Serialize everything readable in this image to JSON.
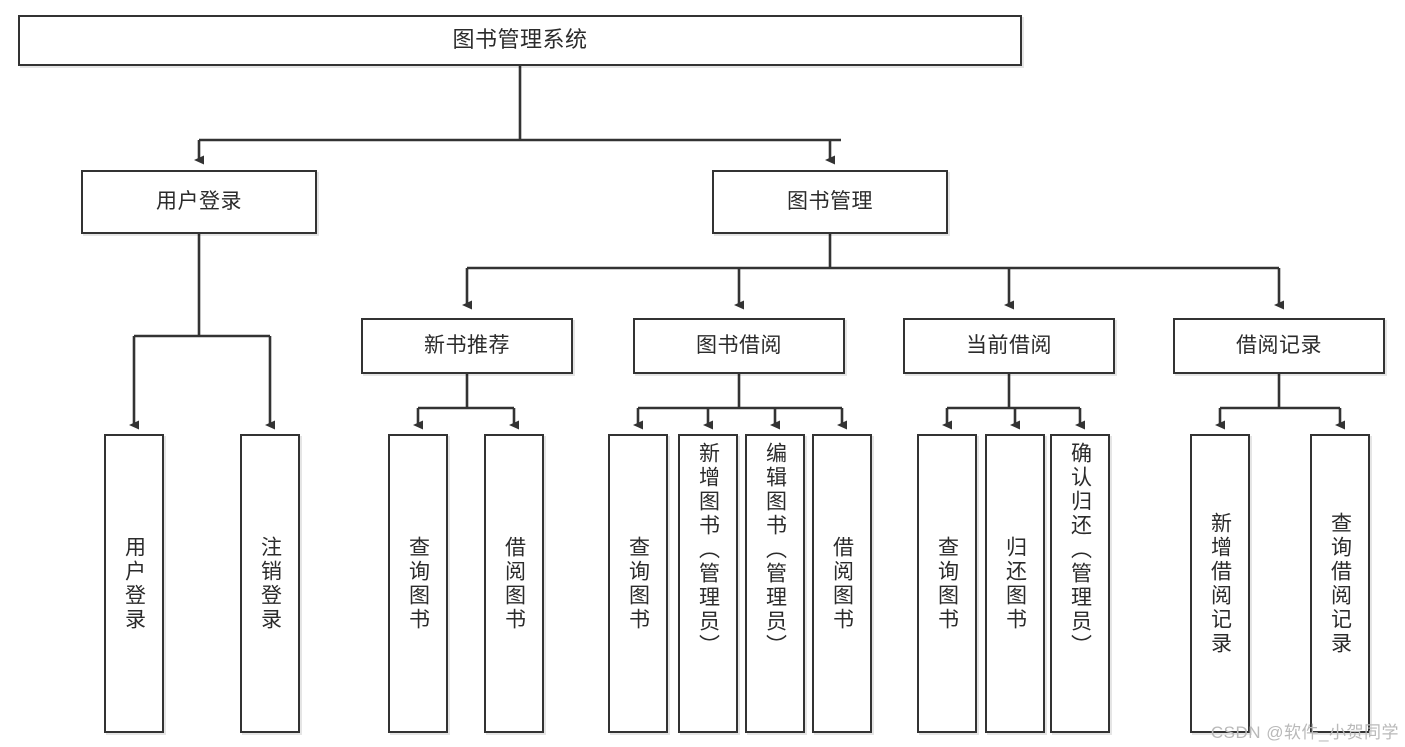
{
  "diagram": {
    "title": "图书管理系统",
    "watermark": "CSDN @软件_小贺同学",
    "line_color": "#333333",
    "box_border_color": "#333333",
    "box_fill_color": "#ffffff",
    "text_color": "#2b2b2b",
    "levels": {
      "root": "图书管理系统",
      "level2": [
        "用户登录",
        "图书管理"
      ],
      "level3": [
        "新书推荐",
        "图书借阅",
        "当前借阅",
        "借阅记录"
      ]
    },
    "nodes": {
      "root": {
        "label": "图书管理系统"
      },
      "user_login": {
        "label": "用户登录"
      },
      "book_manage": {
        "label": "图书管理"
      },
      "new_book_rec": {
        "label": "新书推荐"
      },
      "book_borrow": {
        "label": "图书借阅"
      },
      "current_borrow": {
        "label": "当前借阅"
      },
      "borrow_record": {
        "label": "借阅记录"
      },
      "leaf_user_login": {
        "label": "用户登录"
      },
      "leaf_logout": {
        "label": "注销登录"
      },
      "leaf_query_book_1": {
        "label": "查询图书"
      },
      "leaf_borrow_book_1": {
        "label": "借阅图书"
      },
      "leaf_query_book_2": {
        "label": "查询图书"
      },
      "leaf_add_book_admin": {
        "label": "新增图书（管理员）"
      },
      "leaf_edit_book_admin": {
        "label": "编辑图书（管理员）"
      },
      "leaf_borrow_book_2": {
        "label": "借阅图书"
      },
      "leaf_query_book_3": {
        "label": "查询图书"
      },
      "leaf_return_book": {
        "label": "归还图书"
      },
      "leaf_confirm_return_admin": {
        "label": "确认归还（管理员）"
      },
      "leaf_add_borrow_record": {
        "label": "新增借阅记录"
      },
      "leaf_query_borrow_record": {
        "label": "查询借阅记录"
      }
    }
  }
}
